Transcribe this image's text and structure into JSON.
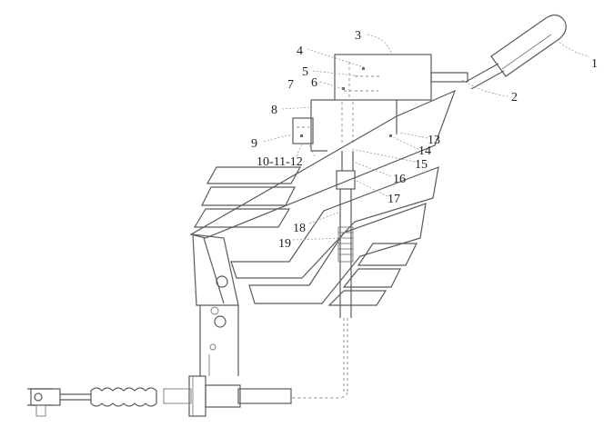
{
  "labels": {
    "l1": "1",
    "l2": "2",
    "l3": "3",
    "l4": "4",
    "l5": "5",
    "l6": "6",
    "l7": "7",
    "l8": "8",
    "l9": "9",
    "l10_12": "10-11-12",
    "l13": "13",
    "l14": "14",
    "l15": "15",
    "l16": "16",
    "l17": "17",
    "l18": "18",
    "l19": "19"
  }
}
